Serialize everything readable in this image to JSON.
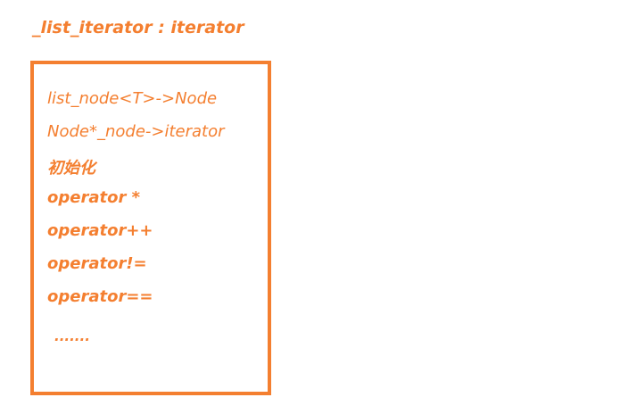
{
  "title": "_list_iterator : iterator",
  "items": [
    "list_node<T>->Node",
    "Node*_node->iterator",
    "初始化",
    "operator *",
    "operator++",
    "operator!=",
    "operator==",
    "......."
  ],
  "colors": {
    "accent": "#f47f30",
    "background": "#ffffff"
  }
}
